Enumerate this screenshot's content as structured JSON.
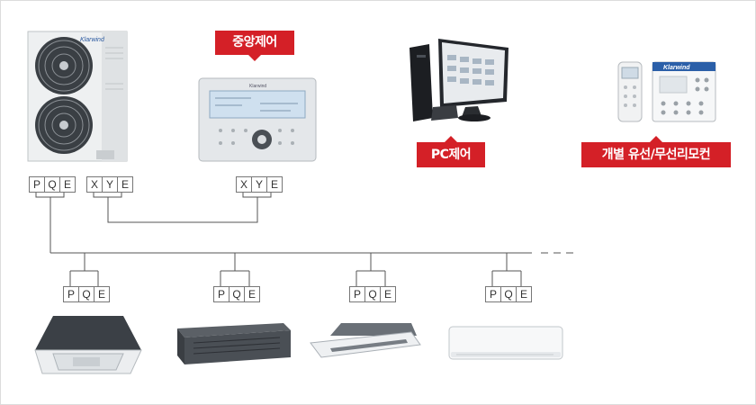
{
  "labels": {
    "central_control": "중앙제어",
    "pc_control": "PC제어",
    "individual_remote": "개별 유선/무선리모컨"
  },
  "brand": "Klarwind",
  "terminals": {
    "outdoor_pqe": [
      "P",
      "Q",
      "E"
    ],
    "outdoor_xye": [
      "X",
      "Y",
      "E"
    ],
    "controller_xye": [
      "X",
      "Y",
      "E"
    ],
    "indoor_pqe": [
      "P",
      "Q",
      "E"
    ]
  },
  "colors": {
    "accent": "#d42027",
    "line": "#555555"
  }
}
